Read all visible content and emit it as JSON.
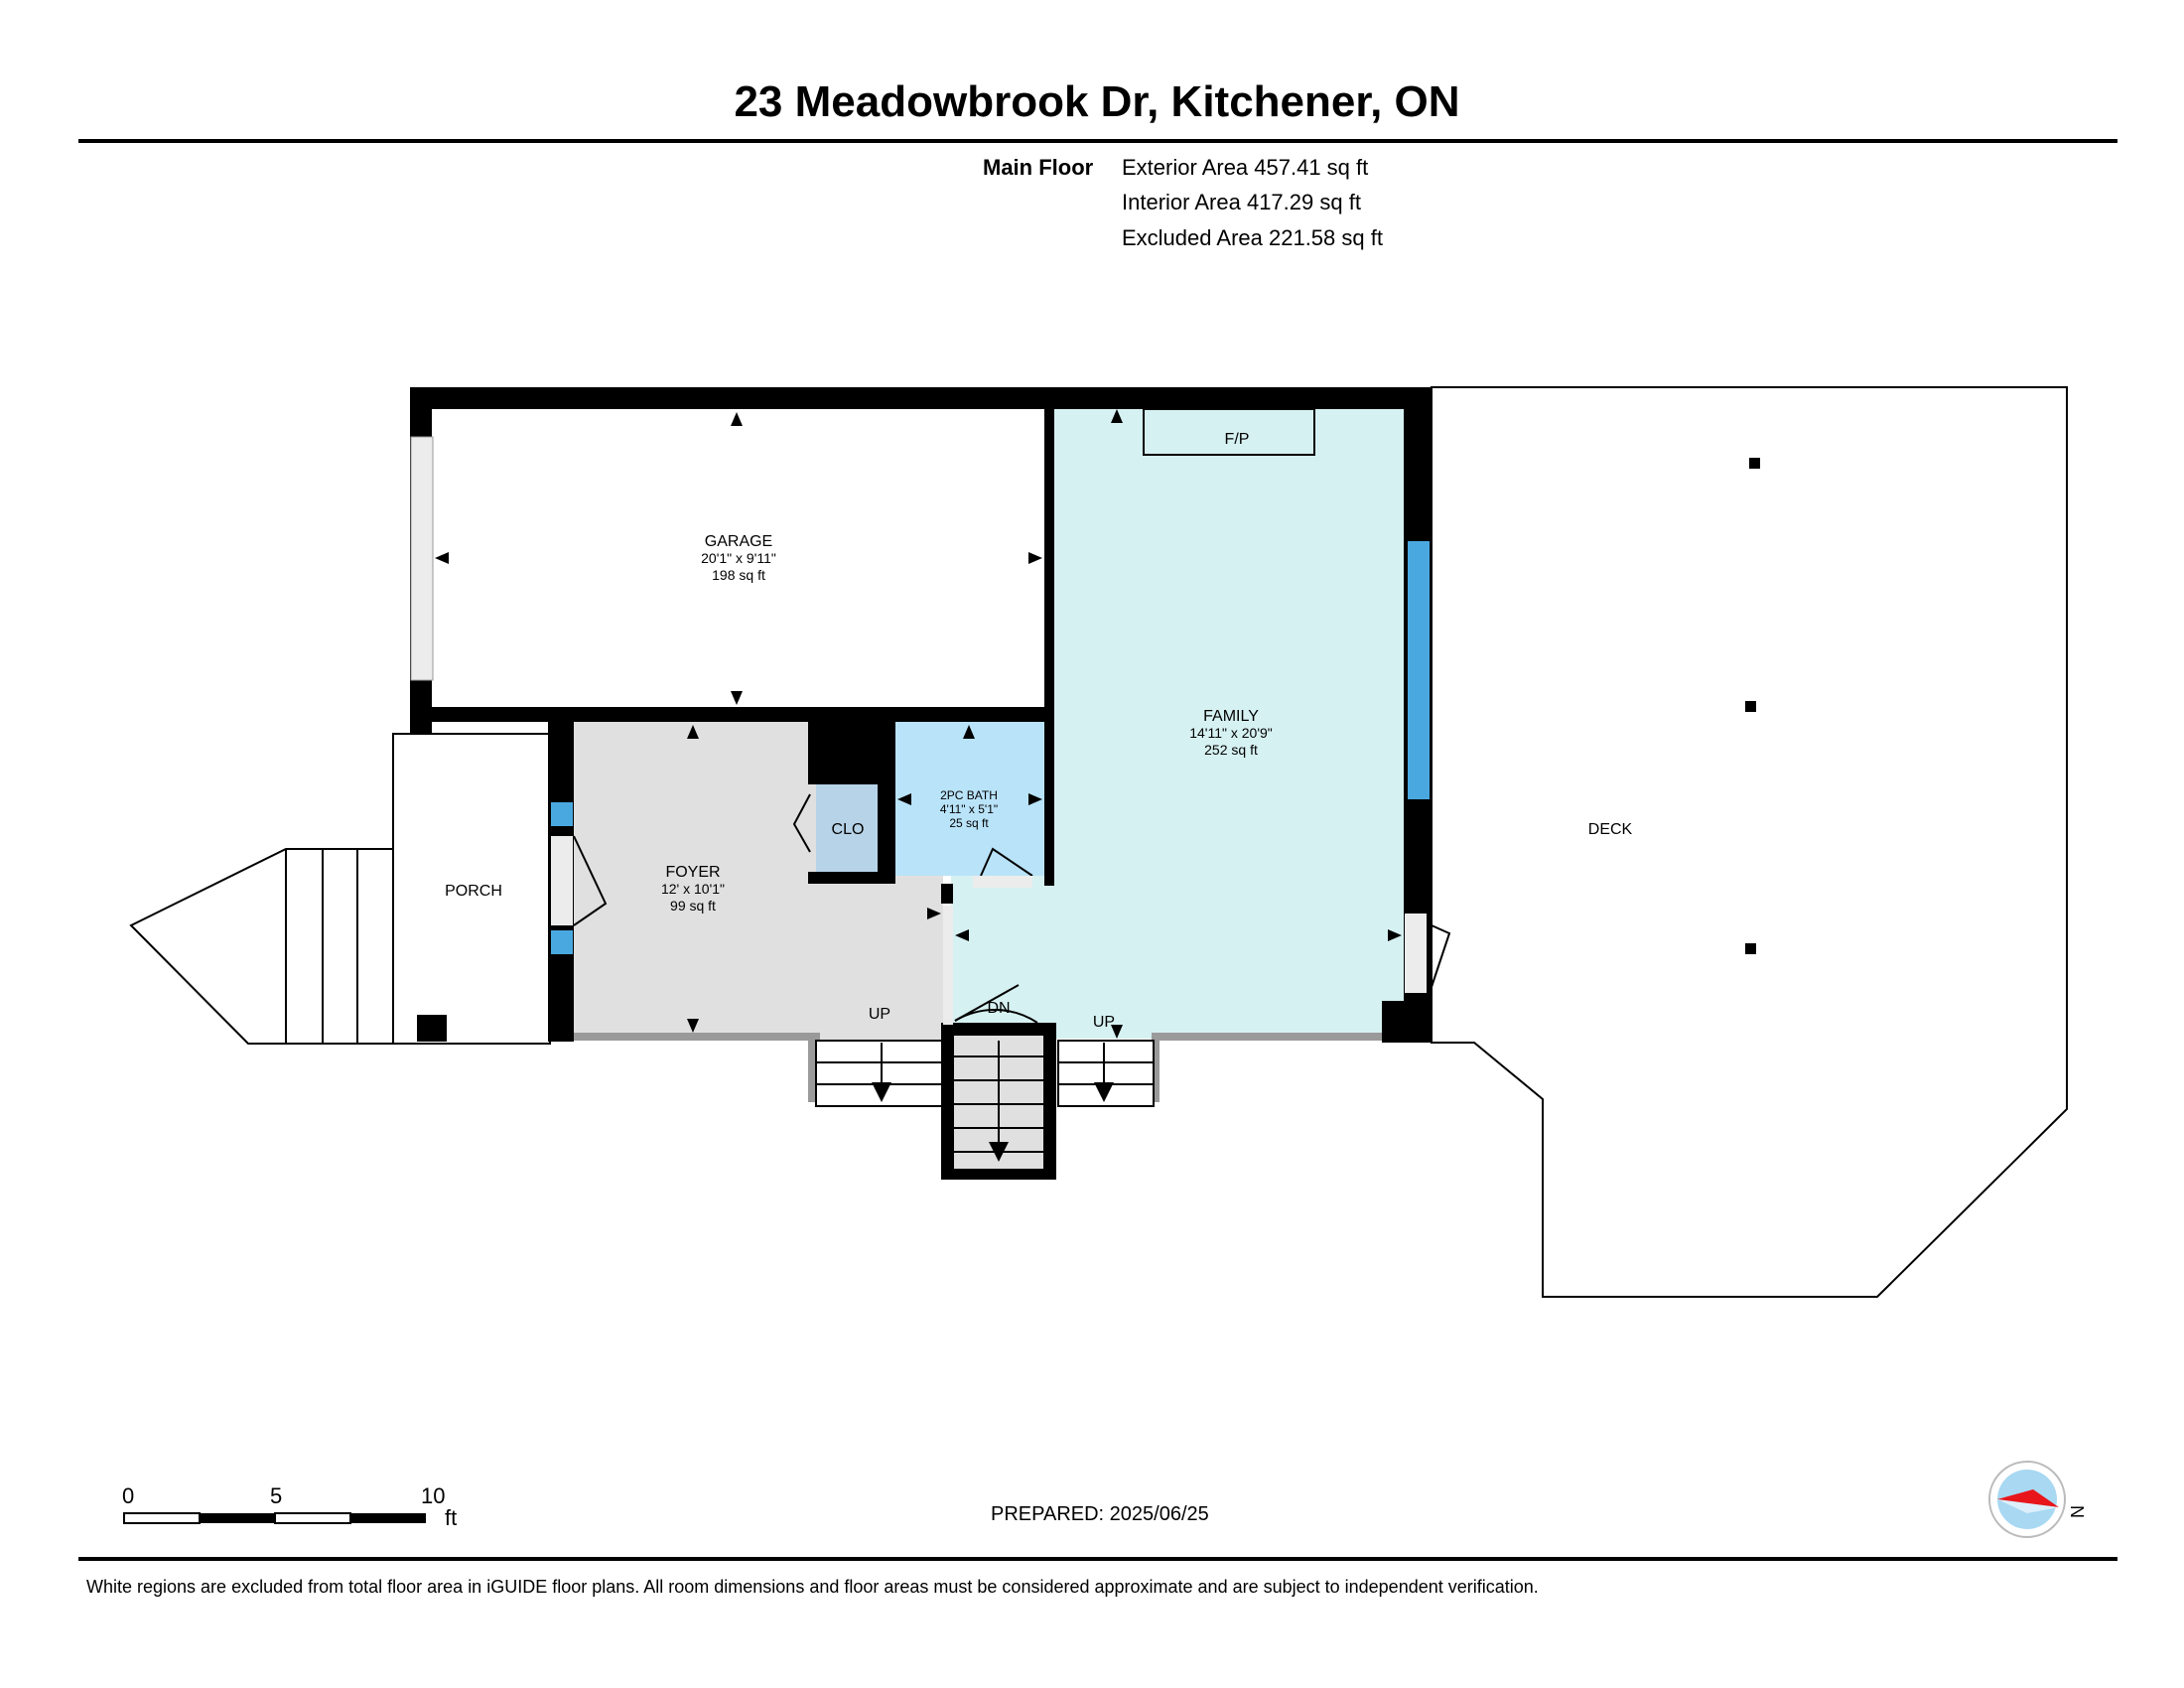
{
  "title": "23 Meadowbrook Dr, Kitchener, ON",
  "areas": {
    "floor": "Main Floor",
    "exterior": "Exterior Area 457.41 sq ft",
    "interior": "Interior Area 417.29 sq ft",
    "excluded": "Excluded Area 221.58 sq ft"
  },
  "rooms": {
    "garage": {
      "name": "GARAGE",
      "dims": "20'1\" x 9'11\"",
      "area": "198 sq ft"
    },
    "family": {
      "name": "FAMILY",
      "dims": "14'11\" x 20'9\"",
      "area": "252 sq ft"
    },
    "foyer": {
      "name": "FOYER",
      "dims": "12' x 10'1\"",
      "area": "99 sq ft"
    },
    "bath": {
      "name": "2PC BATH",
      "dims": "4'11\" x 5'1\"",
      "area": "25 sq ft"
    },
    "closet": "CLO",
    "porch": "PORCH",
    "deck": "DECK",
    "fireplace": "F/P"
  },
  "stairs": {
    "up1": "UP",
    "up2": "UP",
    "down": "DN"
  },
  "scale": {
    "labels": [
      "0",
      "5",
      "10"
    ],
    "unit": "ft"
  },
  "compass": "N",
  "prepared": "PREPARED: 2025/06/25",
  "disclaimer": "White regions are excluded from total floor area in iGUIDE floor plans. All room dimensions and floor areas must be considered approximate and are subject to independent verification.",
  "colors": {
    "family": "#d6f1f2",
    "bath": "#b9e3f9",
    "foyer": "#e0e0e0",
    "closet": "#b7d3e8",
    "window": "#4aa8e0",
    "compass_red": "#e8161b",
    "compass_blue": "#a8d8f2"
  }
}
